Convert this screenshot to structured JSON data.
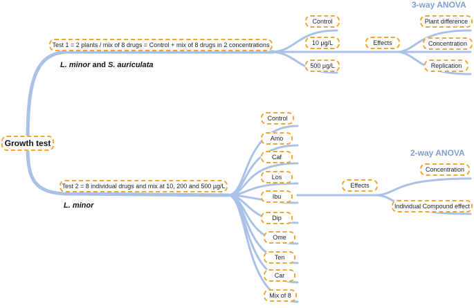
{
  "root": {
    "label": "Growth test"
  },
  "test1": {
    "label": "Test 1 = 2 plants / mix of 8 drugs = Control + mix of 8 drugs in 2 concentrations",
    "species_a": "L. minor",
    "species_conj": "and",
    "species_b": "S. auriculata",
    "treatments": [
      "Control",
      "10 µg/L",
      "500 µg/L"
    ],
    "effects_label": "Effects",
    "effects": [
      "Plant difference",
      "Concentration",
      "Replication"
    ],
    "anova": "3-way ANOVA"
  },
  "test2": {
    "label": "Test 2 = 8 individual drugs and mix at 10, 200 and 500 µg/L",
    "species": "L. minor",
    "treatments": [
      "Control",
      "Amo",
      "Caf",
      "Los",
      "Ibu",
      "Dip",
      "Ome",
      "Ten",
      "Car",
      "Mix of 8"
    ],
    "effects_label": "Effects",
    "effects": [
      "Concentration",
      "Individual Compound effect"
    ],
    "anova": "2-way ANOVA"
  },
  "colors": {
    "branch": "#a9c1e6",
    "border": "#f2a531",
    "anova": "#7f9fd1"
  }
}
